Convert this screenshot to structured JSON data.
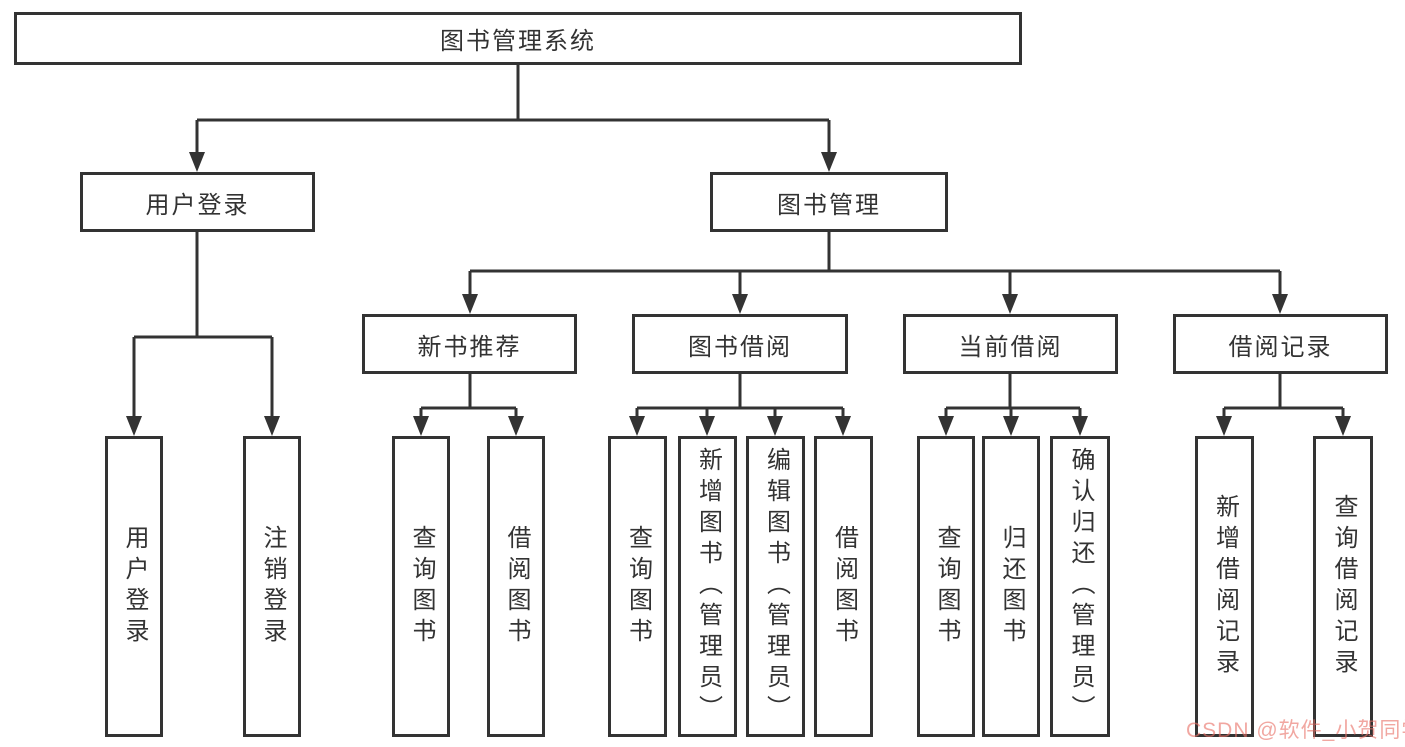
{
  "tree": {
    "root": "图书管理系统",
    "user": {
      "label": "用户登录",
      "leaves": [
        "用户登录",
        "注销登录"
      ]
    },
    "book": {
      "label": "图书管理",
      "groups": [
        {
          "label": "新书推荐",
          "leaves": [
            "查询图书",
            "借阅图书"
          ]
        },
        {
          "label": "图书借阅",
          "leaves": [
            "查询图书",
            "新增图书（管理员）",
            "编辑图书（管理员）",
            "借阅图书"
          ]
        },
        {
          "label": "当前借阅",
          "leaves": [
            "查询图书",
            "归还图书",
            "确认归还（管理员）"
          ]
        },
        {
          "label": "借阅记录",
          "leaves": [
            "新增借阅记录",
            "查询借阅记录"
          ]
        }
      ]
    }
  },
  "watermark": {
    "text": "CSDN @软件_小贺同学",
    "color": "#e9716a"
  },
  "colors": {
    "line": "#333333",
    "text": "#333333",
    "background": "#ffffff"
  }
}
